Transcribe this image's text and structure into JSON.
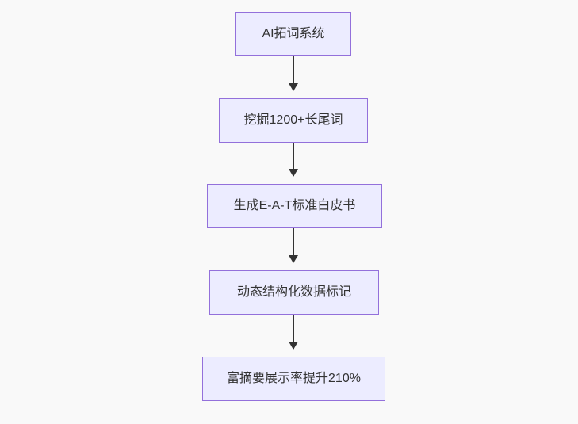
{
  "diagram": {
    "type": "flowchart-vertical",
    "nodes": [
      {
        "id": "n1",
        "label": "AI拓词系统"
      },
      {
        "id": "n2",
        "label": "挖掘1200+长尾词"
      },
      {
        "id": "n3",
        "label": "生成E-A-T标准白皮书"
      },
      {
        "id": "n4",
        "label": "动态结构化数据标记"
      },
      {
        "id": "n5",
        "label": "富摘要展示率提升210%"
      }
    ],
    "edges": [
      {
        "from": "n1",
        "to": "n2"
      },
      {
        "from": "n2",
        "to": "n3"
      },
      {
        "from": "n3",
        "to": "n4"
      },
      {
        "from": "n4",
        "to": "n5"
      }
    ],
    "colors": {
      "background": "#f9f9f9",
      "node_fill": "#ececff",
      "node_border": "#9370db",
      "text": "#333333",
      "arrow": "#333333"
    }
  }
}
